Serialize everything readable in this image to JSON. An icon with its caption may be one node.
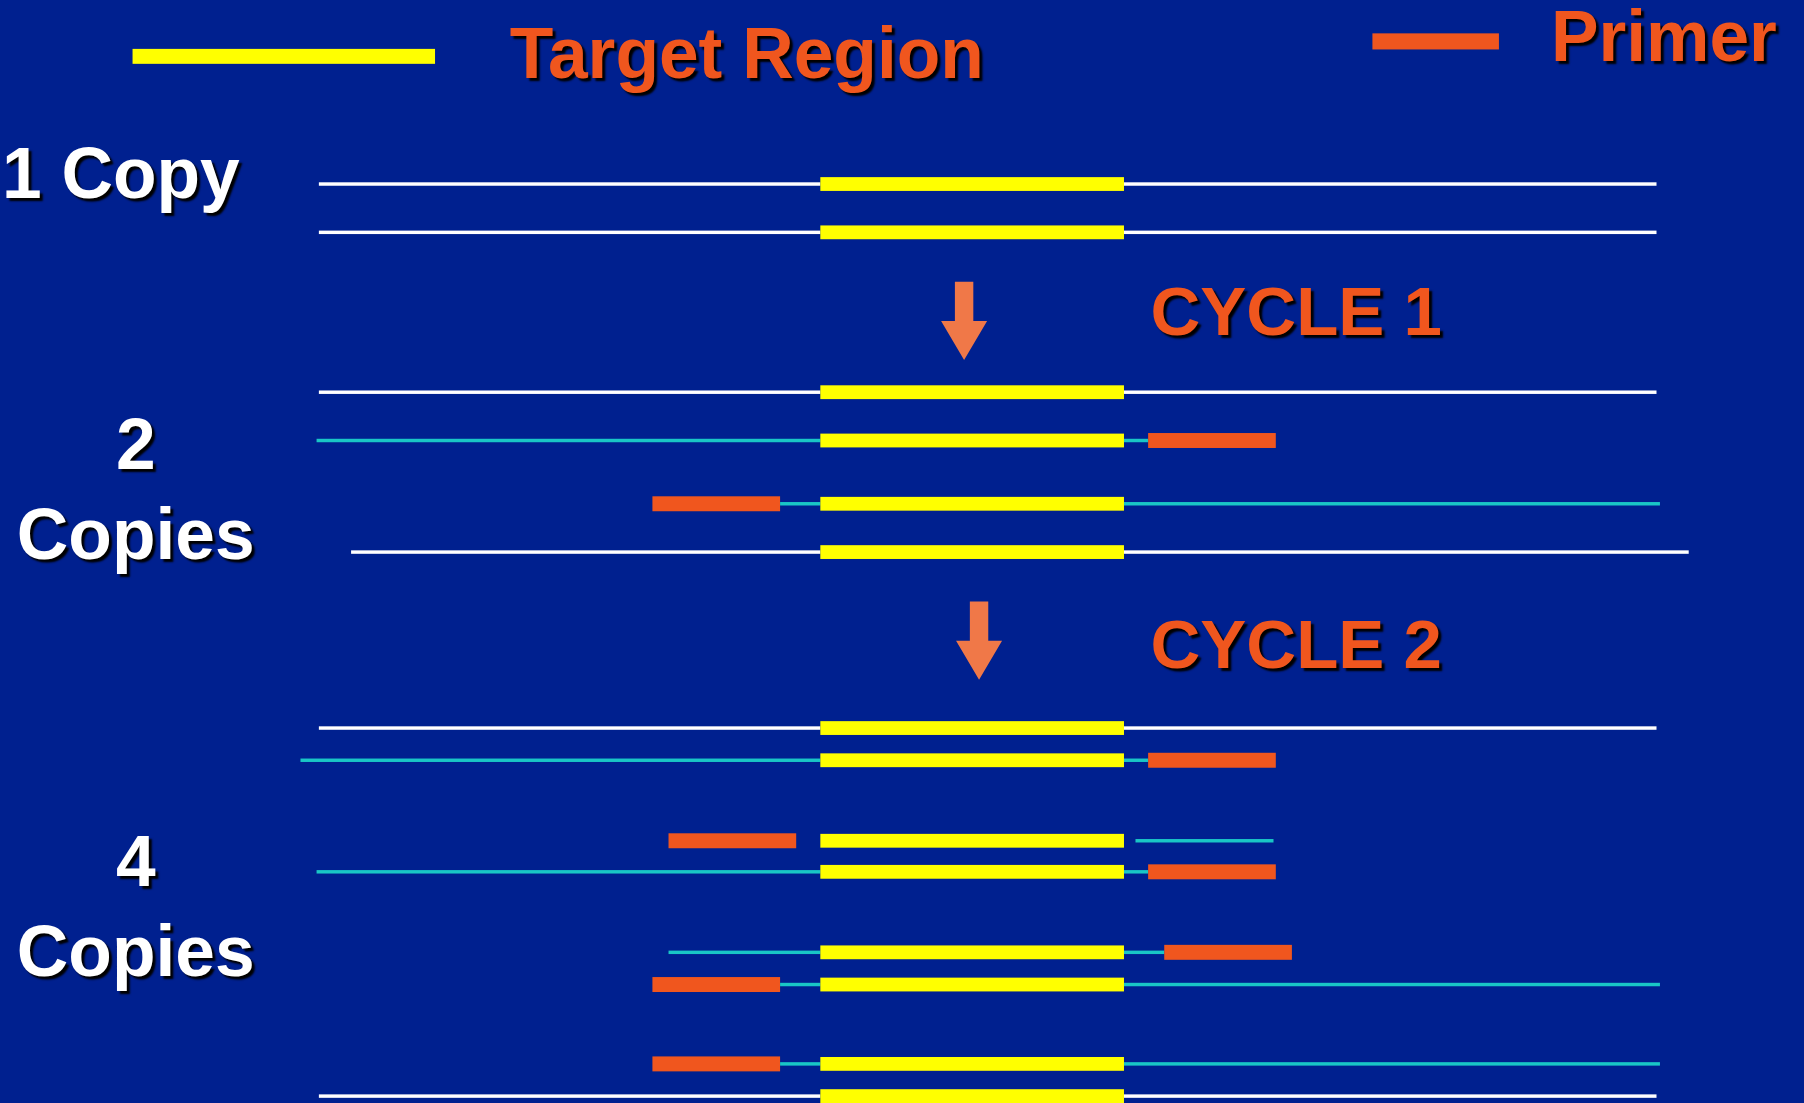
{
  "diagram": {
    "labels": [
      "1 Copy",
      "CYCLE 1",
      "2 Copies",
      "CYCLE 2",
      "4 Copies"
    ],
    "legend": [
      {
        "text": "Target Region",
        "color": "#ffff00"
      },
      {
        "text": "Primer",
        "color": "#f0561e"
      }
    ]
  }
}
